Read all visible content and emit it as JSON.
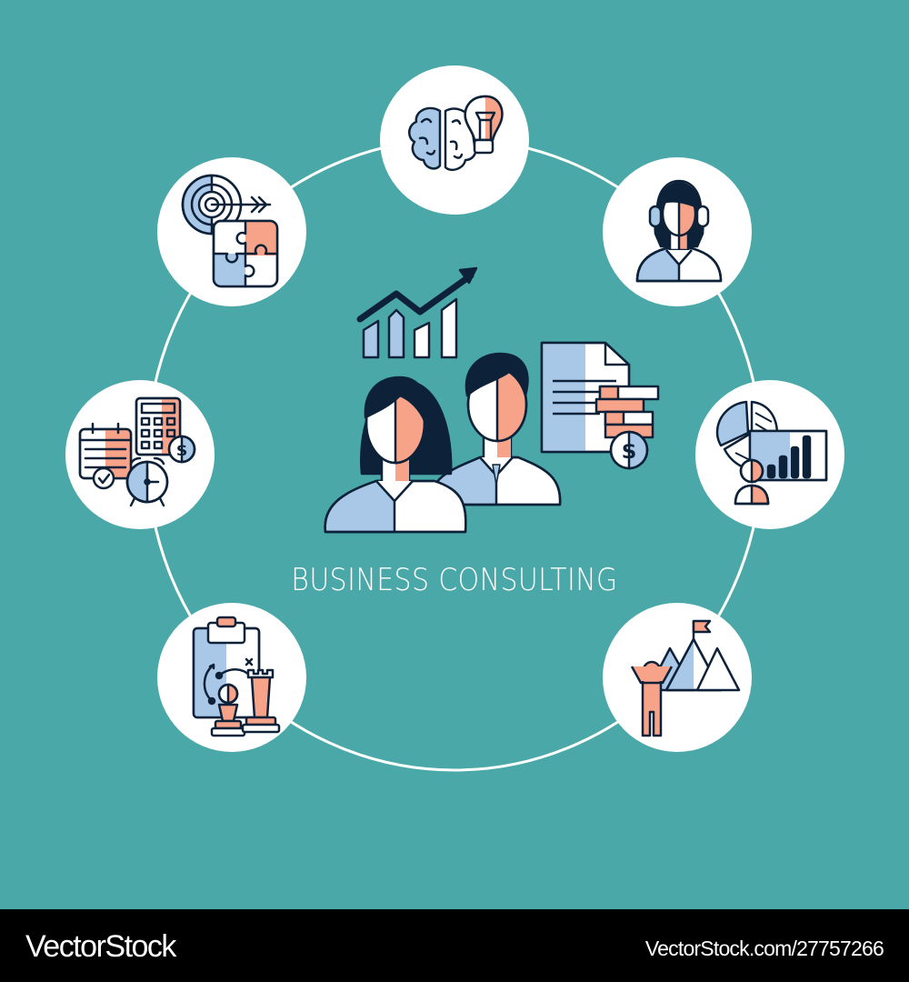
{
  "illustration": {
    "title": "BUSINESS CONSULTING",
    "colors": {
      "background": "#4ba8a8",
      "circle_fill": "#ffffff",
      "outline": "#0d2238",
      "light_blue": "#a9c8e8",
      "salmon": "#f7a38a"
    },
    "center_icons": [
      "growth-chart-icon",
      "business-team-icon",
      "document-coins-icon"
    ],
    "nodes": [
      {
        "position": "top",
        "icon": "brain-lightbulb-icon",
        "concept": "ideas"
      },
      {
        "position": "top-right",
        "icon": "support-agent-headset-icon",
        "concept": "customer support"
      },
      {
        "position": "right",
        "icon": "presentation-analytics-icon",
        "concept": "analytics presentation"
      },
      {
        "position": "bottom-right",
        "icon": "mountain-flag-success-icon",
        "concept": "achievement"
      },
      {
        "position": "bottom-left",
        "icon": "chess-strategy-clipboard-icon",
        "concept": "strategy"
      },
      {
        "position": "left",
        "icon": "calendar-calculator-clock-icon",
        "concept": "planning"
      },
      {
        "position": "top-left",
        "icon": "target-puzzle-icon",
        "concept": "goals"
      }
    ]
  },
  "footer": {
    "brand": "VectorStock",
    "reference": "VectorStock.com/27757266"
  }
}
